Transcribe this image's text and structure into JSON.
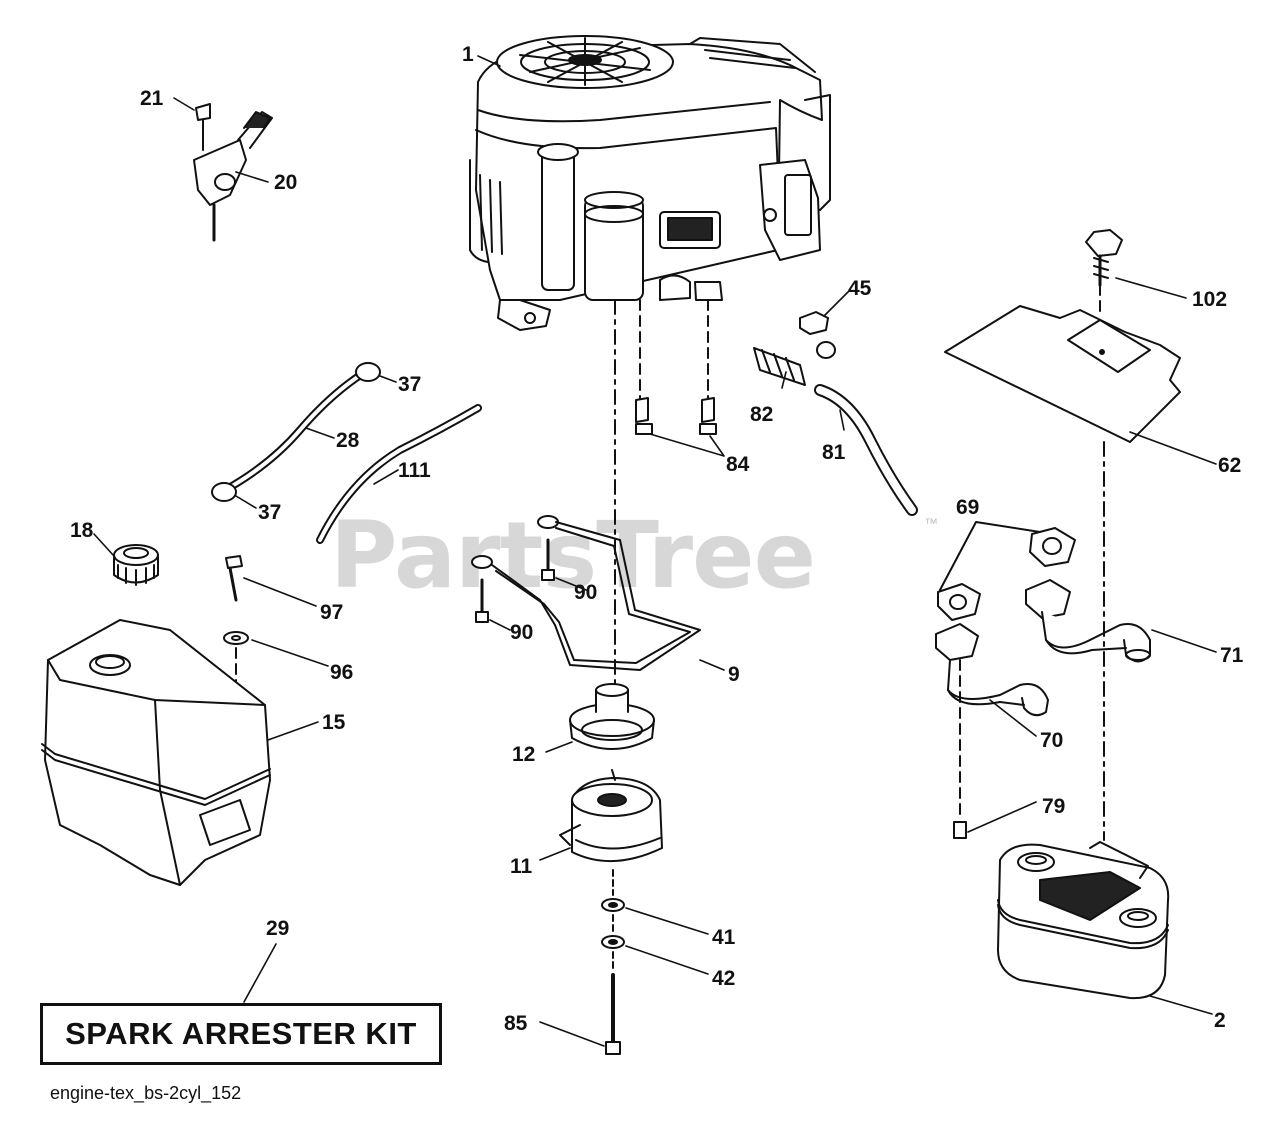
{
  "diagram": {
    "watermark": "PartsTree",
    "watermark_mark": "™",
    "caption": "engine-tex_bs-2cyl_152",
    "kit_label": "SPARK ARRESTER KIT"
  },
  "callouts": {
    "c1": "1",
    "c2": "2",
    "c9": "9",
    "c11": "11",
    "c12": "12",
    "c15": "15",
    "c18": "18",
    "c20": "20",
    "c21": "21",
    "c28": "28",
    "c29": "29",
    "c37a": "37",
    "c37b": "37",
    "c41": "41",
    "c42": "42",
    "c45": "45",
    "c62": "62",
    "c69": "69",
    "c70": "70",
    "c71": "71",
    "c79": "79",
    "c81": "81",
    "c82": "82",
    "c84": "84",
    "c85": "85",
    "c90a": "90",
    "c90b": "90",
    "c96": "96",
    "c97": "97",
    "c102": "102",
    "c111": "111"
  }
}
